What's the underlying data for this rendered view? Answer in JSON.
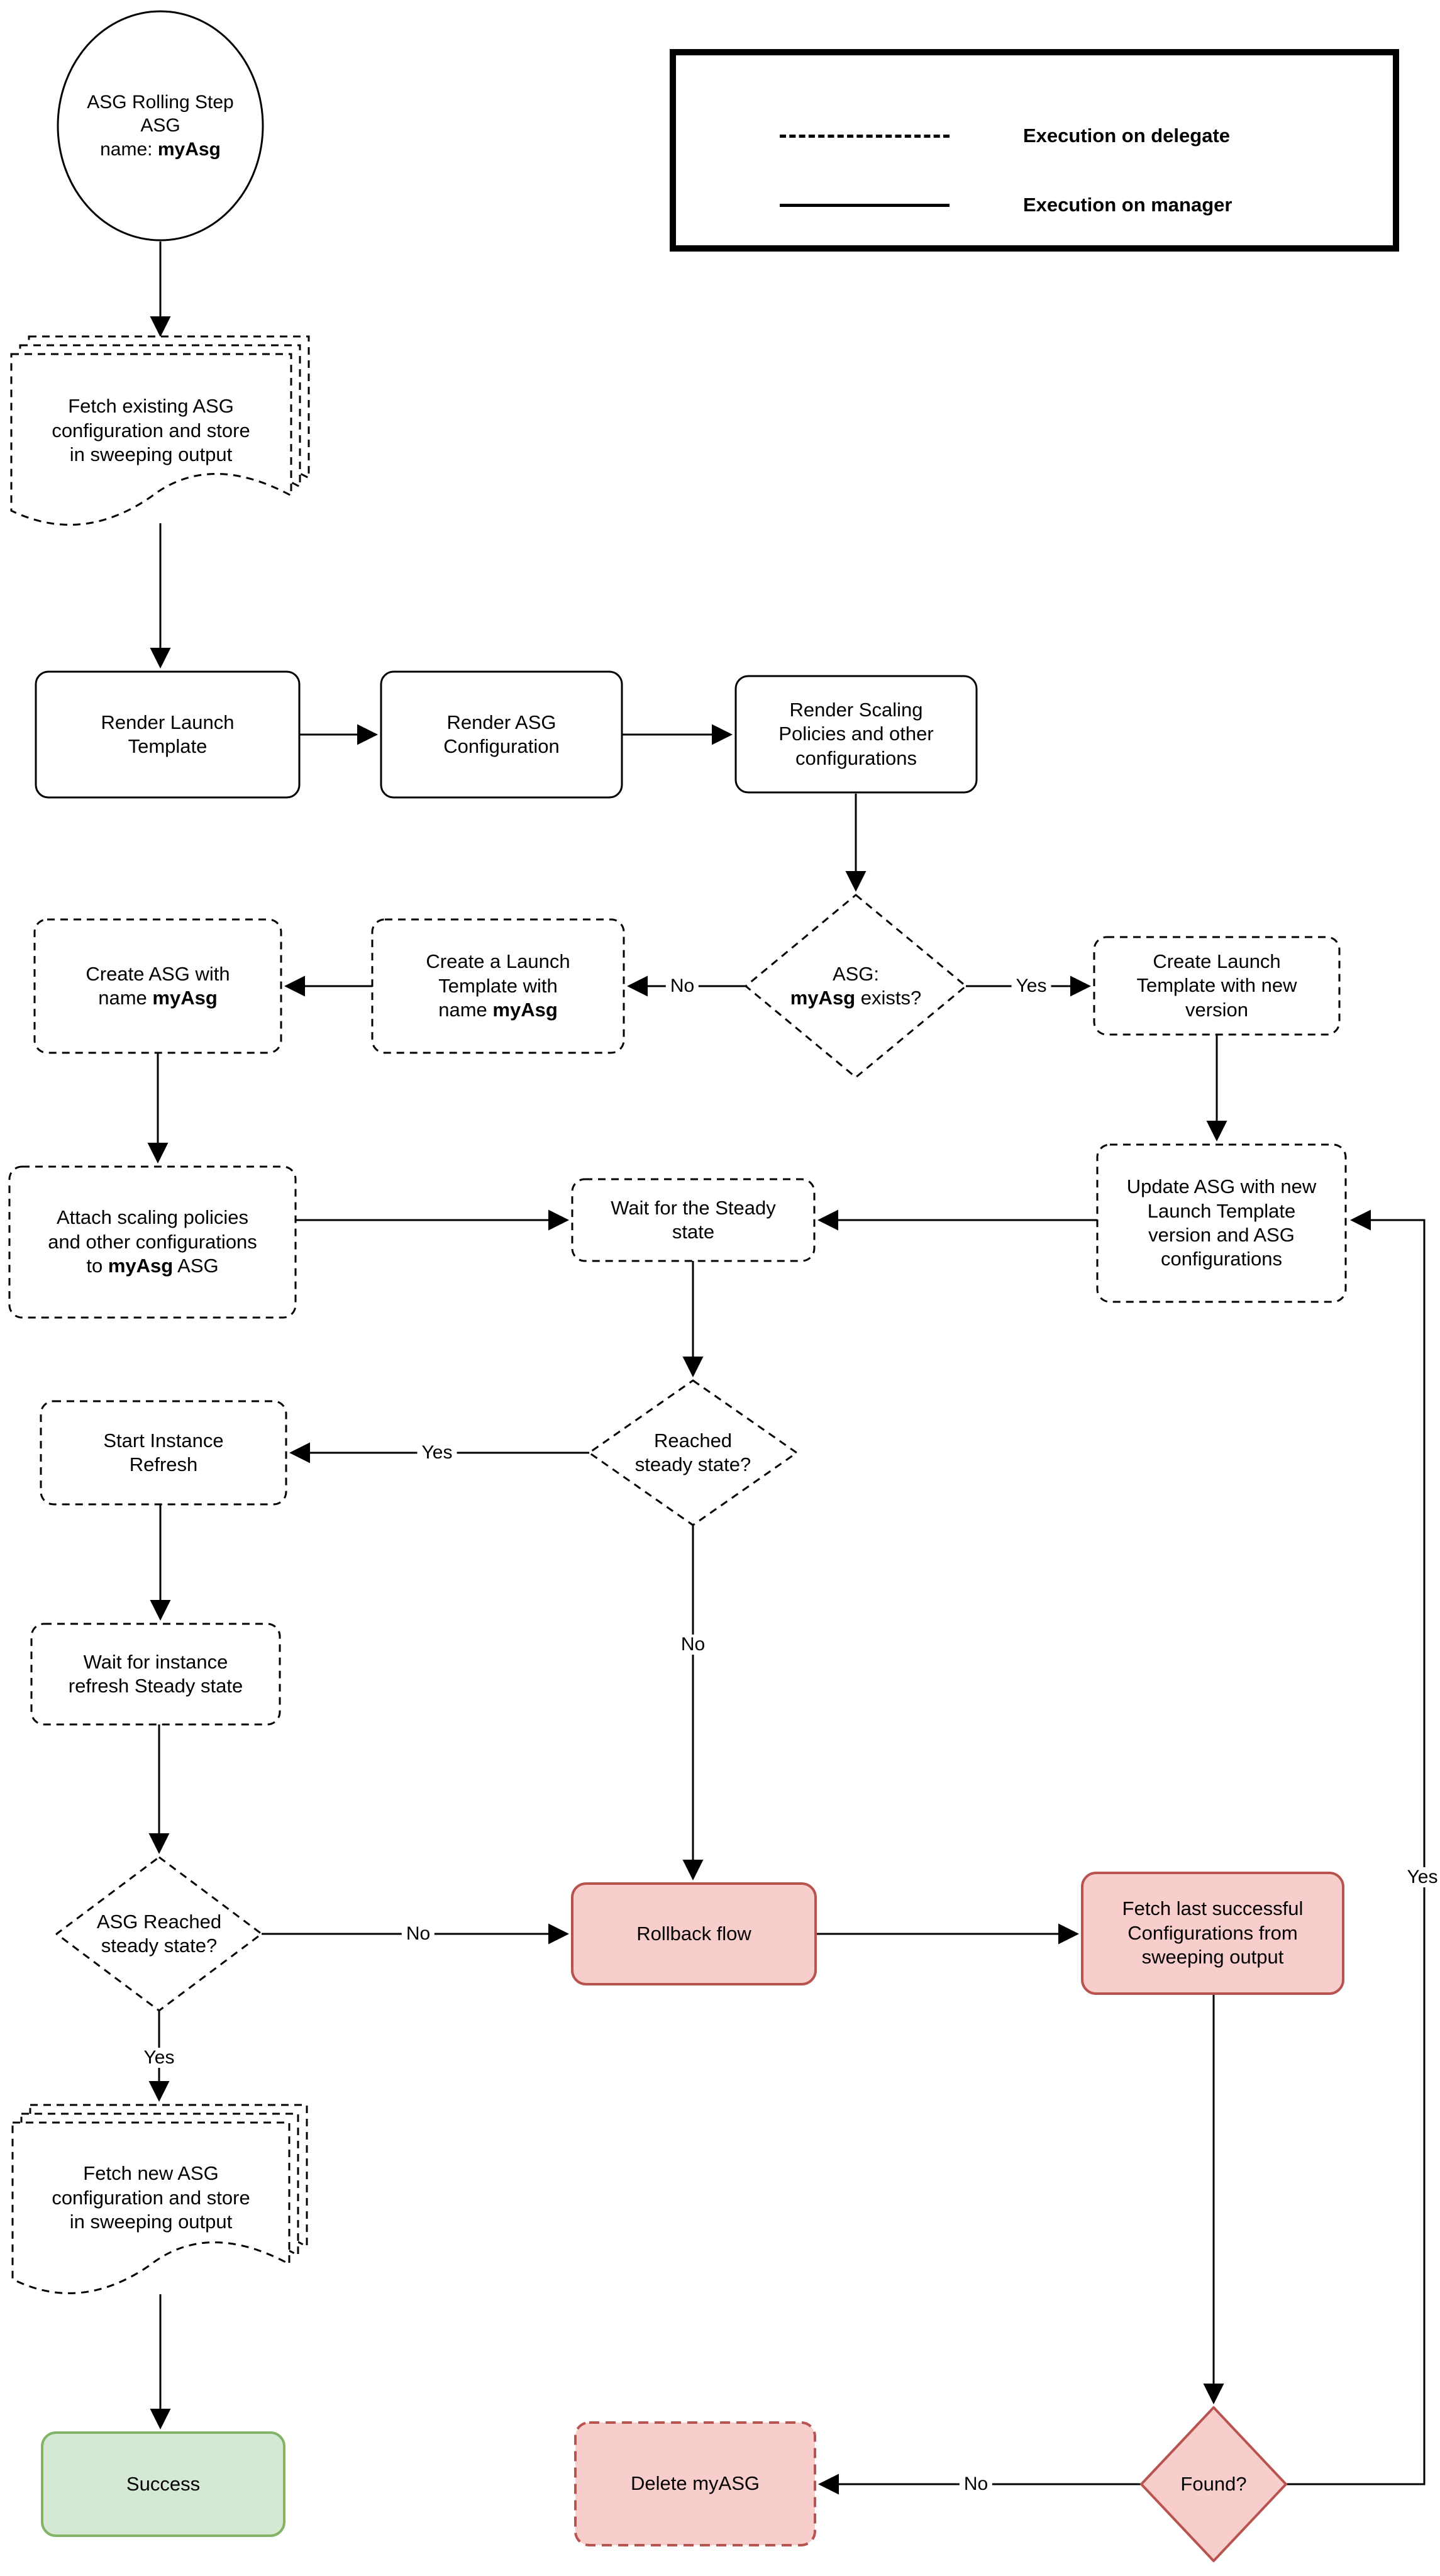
{
  "colors": {
    "ink": "#000000",
    "paper": "#ffffff",
    "pink_fill": "#f8cecc",
    "pink_stroke": "#b85450",
    "green_fill": "#d5e8d4",
    "green_stroke": "#82b366"
  },
  "legend": {
    "delegate": "Execution on delegate",
    "manager": "Execution on manager"
  },
  "edge_labels": {
    "yes": "Yes",
    "no": "No"
  },
  "nodes": {
    "start": {
      "line1": "ASG Rolling Step",
      "line2": "ASG",
      "line3_prefix": "name: ",
      "line3_bold": "myAsg"
    },
    "fetch_existing": {
      "line1": "Fetch existing ASG",
      "line2": "configuration and store",
      "line3": "in sweeping output"
    },
    "render_launch": {
      "line1": "Render Launch",
      "line2": "Template"
    },
    "render_asg": {
      "line1": "Render ASG",
      "line2": "Configuration"
    },
    "render_scaling": {
      "line1": "Render Scaling",
      "line2": "Policies and other",
      "line3": "configurations"
    },
    "asg_exists": {
      "line1": "ASG:",
      "line2_bold": "myAsg",
      "line2_suffix": " exists?"
    },
    "create_lt_named": {
      "line1": "Create a Launch",
      "line2": "Template with",
      "line3_prefix": "name ",
      "line3_bold": "myAsg"
    },
    "create_asg": {
      "line1": "Create ASG with",
      "line2_prefix": "name ",
      "line2_bold": "myAsg"
    },
    "create_lt_new": {
      "line1": "Create Launch",
      "line2": "Template with new",
      "line3": "version"
    },
    "attach_scaling": {
      "line1": "Attach scaling policies",
      "line2": "and other configurations",
      "line3_prefix": "to ",
      "line3_bold": "myAsg",
      "line3_suffix": " ASG"
    },
    "wait_steady": {
      "line1": "Wait for the Steady",
      "line2": "state"
    },
    "update_asg": {
      "line1": "Update ASG with new",
      "line2": "Launch Template",
      "line3": "version and ASG",
      "line4": "configurations"
    },
    "reached_steady": {
      "line1": "Reached",
      "line2": "steady state?"
    },
    "start_refresh": {
      "line1": "Start Instance",
      "line2": "Refresh"
    },
    "wait_refresh": {
      "line1": "Wait for instance",
      "line2": "refresh Steady state"
    },
    "asg_reached_steady": {
      "line1": "ASG Reached",
      "line2": "steady state?"
    },
    "fetch_new": {
      "line1": "Fetch new ASG",
      "line2": "configuration and store",
      "line3": "in sweeping output"
    },
    "success": {
      "label": "Success"
    },
    "rollback": {
      "label": "Rollback flow"
    },
    "fetch_last": {
      "line1": "Fetch last successful",
      "line2": "Configurations from",
      "line3": "sweeping output"
    },
    "found": {
      "label": "Found?"
    },
    "delete_asg": {
      "label": "Delete myASG"
    }
  }
}
